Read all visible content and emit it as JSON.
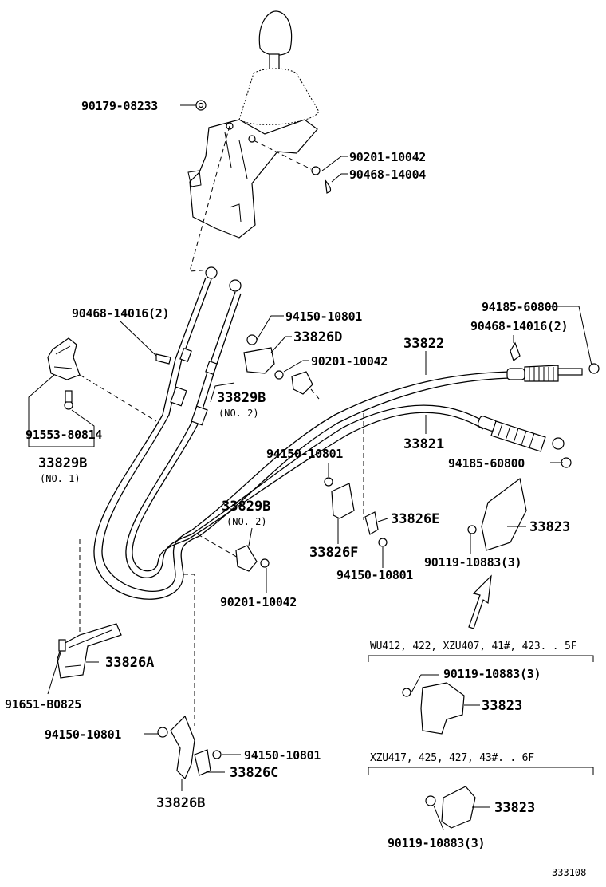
{
  "labels": {
    "p90179_08233": "90179-08233",
    "p90201_10042_top": "90201-10042",
    "p90468_14004": "90468-14004",
    "p90468_14016_left": "90468-14016(2)",
    "p94150_10801_a": "94150-10801",
    "p33826D": "33826D",
    "p90201_10042_mid": "90201-10042",
    "p33822": "33822",
    "p94185_60800_top": "94185-60800",
    "p90468_14016_right": "90468-14016(2)",
    "p33829B_mid": "33829B",
    "p_no2_mid": "(NO. 2)",
    "p91553_80814": "91553-80814",
    "p33829B_left": "33829B",
    "p_no1": "(NO. 1)",
    "p33821": "33821",
    "p94150_10801_b": "94150-10801",
    "p94185_60800_mid": "94185-60800",
    "p33829B_low": "33829B",
    "p_no2_low": "(NO. 2)",
    "p33826E": "33826E",
    "p33823_a": "33823",
    "p33826F": "33826F",
    "p90119_10883_a": "90119-10883(3)",
    "p94150_10801_c": "94150-10801",
    "p90201_10042_low": "90201-10042",
    "p33826A": "33826A",
    "p91651_B0825": "91651-B0825",
    "p94150_10801_d": "94150-10801",
    "p94150_10801_e": "94150-10801",
    "p33826C": "33826C",
    "p33826B": "33826B",
    "variant1_header": "WU412, 422, XZU407, 41#, 423. . 5F",
    "p90119_10883_b": "90119-10883(3)",
    "p33823_b": "33823",
    "variant2_header": "XZU417, 425, 427, 43#. . 6F",
    "p33823_c": "33823",
    "p90119_10883_c": "90119-10883(3)",
    "diagram_number": "333108"
  }
}
